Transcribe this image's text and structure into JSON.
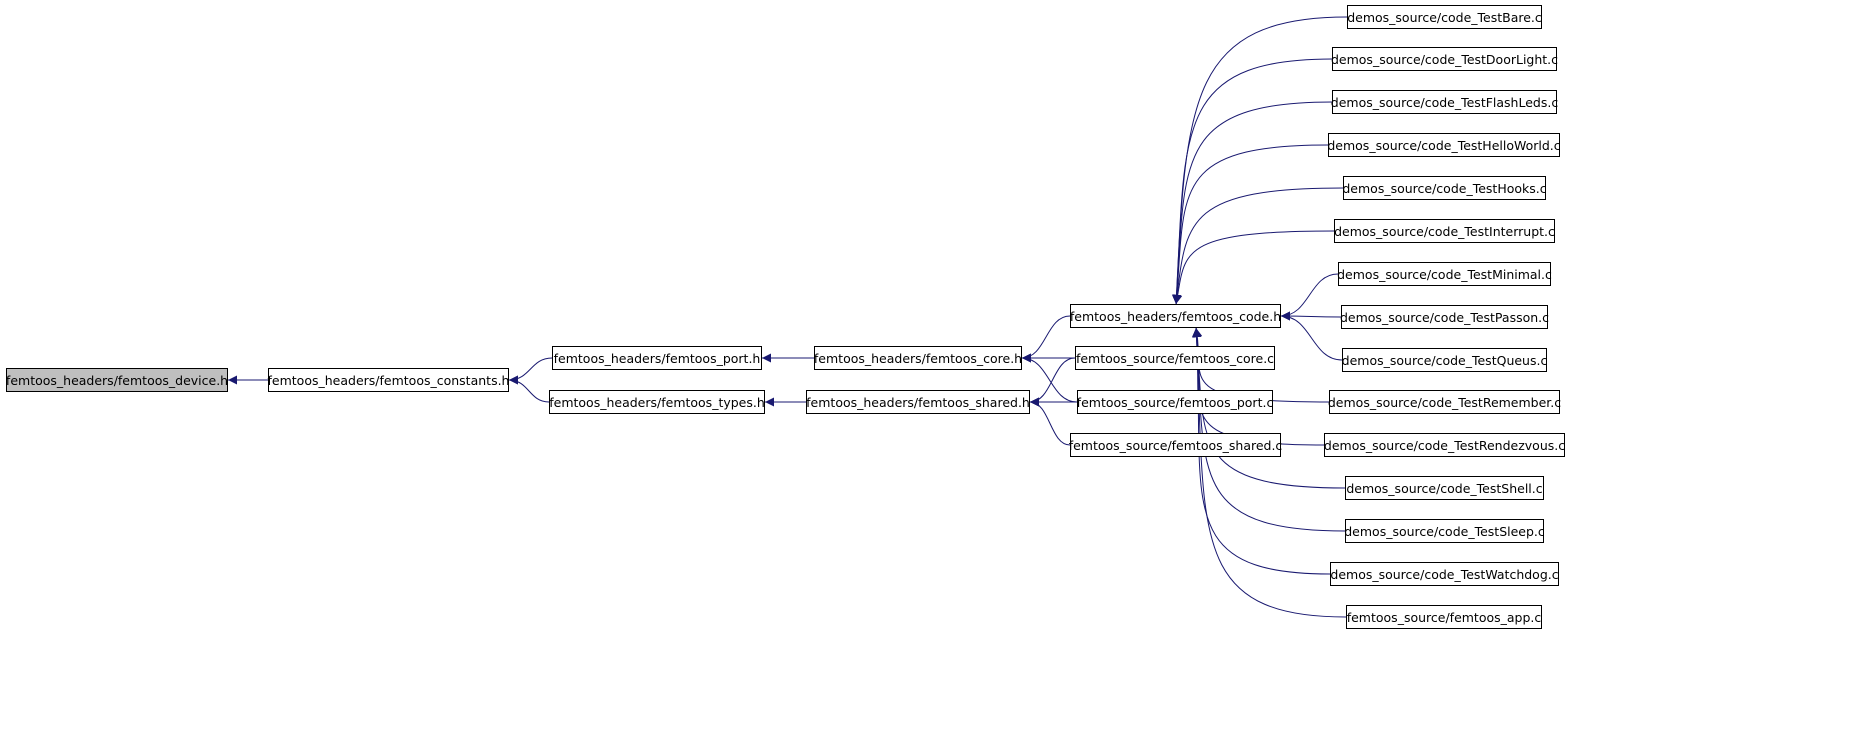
{
  "colors": {
    "edge": "#191970",
    "node_border": "#000000",
    "root_fill": "#bfbfbf"
  },
  "nodes": {
    "device": "femtoos_headers/femtoos_device.h",
    "constants": "femtoos_headers/femtoos_constants.h",
    "port_h": "femtoos_headers/femtoos_port.h",
    "types_h": "femtoos_headers/femtoos_types.h",
    "core_h": "femtoos_headers/femtoos_core.h",
    "shared_h": "femtoos_headers/femtoos_shared.h",
    "code_h": "femtoos_headers/femtoos_code.h",
    "core_c": "femtoos_source/femtoos_core.c",
    "port_c": "femtoos_source/femtoos_port.c",
    "shared_c": "femtoos_source/femtoos_shared.c",
    "bare": "demos_source/code_TestBare.c",
    "doorlight": "demos_source/code_TestDoorLight.c",
    "flashleds": "demos_source/code_TestFlashLeds.c",
    "helloworld": "demos_source/code_TestHelloWorld.c",
    "hooks": "demos_source/code_TestHooks.c",
    "interrupt": "demos_source/code_TestInterrupt.c",
    "minimal": "demos_source/code_TestMinimal.c",
    "passon": "demos_source/code_TestPasson.c",
    "queus": "demos_source/code_TestQueus.c",
    "remember": "demos_source/code_TestRemember.c",
    "rendezvous": "demos_source/code_TestRendezvous.c",
    "shell": "demos_source/code_TestShell.c",
    "sleep": "demos_source/code_TestSleep.c",
    "watchdog": "demos_source/code_TestWatchdog.c",
    "app_c": "femtoos_source/femtoos_app.c"
  },
  "edges": [
    [
      "constants",
      "device"
    ],
    [
      "port_h",
      "constants"
    ],
    [
      "types_h",
      "constants"
    ],
    [
      "core_h",
      "port_h"
    ],
    [
      "shared_h",
      "types_h"
    ],
    [
      "code_h",
      "core_h"
    ],
    [
      "core_c",
      "core_h"
    ],
    [
      "port_c",
      "core_h"
    ],
    [
      "core_c",
      "shared_h"
    ],
    [
      "port_c",
      "shared_h"
    ],
    [
      "shared_c",
      "shared_h"
    ],
    [
      "bare",
      "code_h"
    ],
    [
      "doorlight",
      "code_h"
    ],
    [
      "flashleds",
      "code_h"
    ],
    [
      "helloworld",
      "code_h"
    ],
    [
      "hooks",
      "code_h"
    ],
    [
      "interrupt",
      "code_h"
    ],
    [
      "minimal",
      "code_h"
    ],
    [
      "passon",
      "code_h"
    ],
    [
      "queus",
      "code_h"
    ],
    [
      "remember",
      "code_h"
    ],
    [
      "rendezvous",
      "code_h"
    ],
    [
      "shell",
      "code_h"
    ],
    [
      "sleep",
      "code_h"
    ],
    [
      "watchdog",
      "code_h"
    ],
    [
      "app_c",
      "code_h"
    ]
  ]
}
